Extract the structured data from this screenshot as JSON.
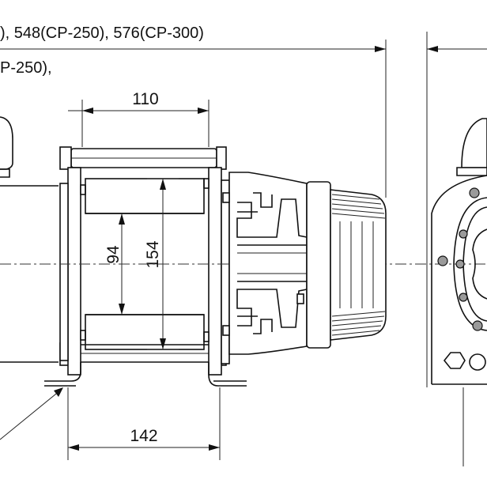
{
  "header": {
    "line1": "), 548(CP-250), 576(CP-300)",
    "line2": "P-250),"
  },
  "dimensions": {
    "top_width": "110",
    "inner_height": "94",
    "outer_height": "154",
    "base_width": "142"
  },
  "colors": {
    "line": "#111111",
    "background": "#ffffff",
    "shade": "#9a9a9a"
  }
}
